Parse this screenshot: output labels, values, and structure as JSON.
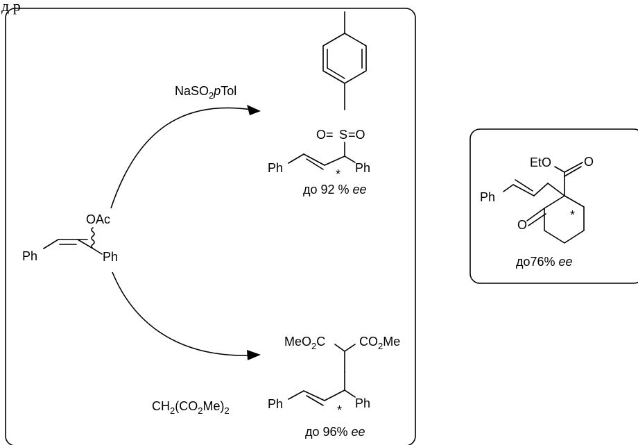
{
  "header": {
    "partial_text": "д                              р"
  },
  "reagents": {
    "sulfinate": {
      "pre": "NaSO",
      "sub": "2",
      "italic": "p",
      "post": "Tol"
    },
    "malonate": {
      "pre": "CH",
      "sub1": "2",
      "mid1": "(CO",
      "sub2": "2",
      "mid2": "Me)",
      "sub3": "2"
    }
  },
  "substrate": {
    "oac": "OAc",
    "ph_left": "Ph",
    "ph_right": "Ph"
  },
  "product_sulfone": {
    "o_left": "O=",
    "s": "S",
    "o_right": "=O",
    "ph_left": "Ph",
    "ph_right": "Ph",
    "star": "*",
    "ee_prefix": "до 92 % ",
    "ee_suffix": "ee"
  },
  "product_malonate": {
    "meo2c_pre": "MeO",
    "meo2c_sub": "2",
    "meo2c_post": "C",
    "co2me_pre": "CO",
    "co2me_sub": "2",
    "co2me_post": "Me",
    "ph_left": "Ph",
    "ph_right": "Ph",
    "star": "*",
    "ee_prefix": "до 96% ",
    "ee_suffix": "ee"
  },
  "product_ketoester": {
    "eto": "EtO",
    "o_ester": "O",
    "o_ketone": "O",
    "ph": "Ph",
    "star": "*",
    "ee_prefix": "до76% ",
    "ee_suffix": "ee"
  }
}
